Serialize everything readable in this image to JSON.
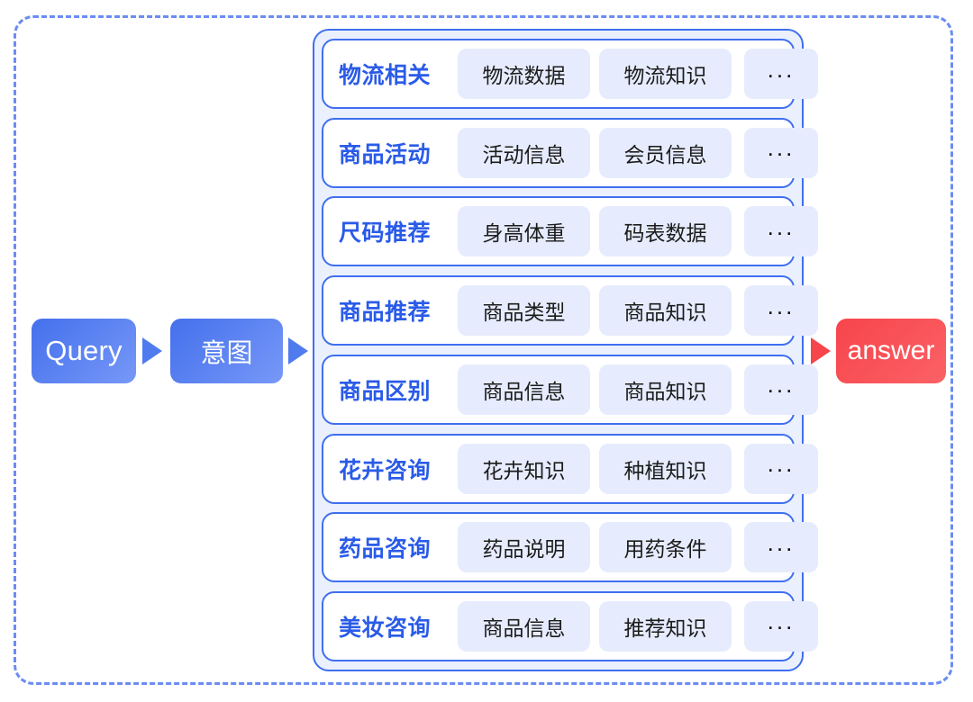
{
  "diagram": {
    "flow": {
      "query_node": "Query",
      "intent_node": "意图",
      "answer_node": "answer",
      "arrow_icon": "triangle-right-arrow",
      "ellipsis_label": "..."
    },
    "colors": {
      "node_blue_start": "#4470ec",
      "node_blue_end": "#7798f7",
      "node_red_start": "#f6454b",
      "node_red_end": "#fb6166",
      "panel_border": "#3f6ff0",
      "panel_fill": "#eaf0fe",
      "chip_fill": "#e6ecfd",
      "label_blue": "#2a5be8",
      "dashed_boundary": "#6b8cf2"
    },
    "intent_rows": [
      {
        "label": "物流相关",
        "chips": [
          "物流数据",
          "物流知识"
        ],
        "more": "..."
      },
      {
        "label": "商品活动",
        "chips": [
          "活动信息",
          "会员信息"
        ],
        "more": "..."
      },
      {
        "label": "尺码推荐",
        "chips": [
          "身高体重",
          "码表数据"
        ],
        "more": "..."
      },
      {
        "label": "商品推荐",
        "chips": [
          "商品类型",
          "商品知识"
        ],
        "more": "..."
      },
      {
        "label": "商品区别",
        "chips": [
          "商品信息",
          "商品知识"
        ],
        "more": "..."
      },
      {
        "label": "花卉咨询",
        "chips": [
          "花卉知识",
          "种植知识"
        ],
        "more": "..."
      },
      {
        "label": "药品咨询",
        "chips": [
          "药品说明",
          "用药条件"
        ],
        "more": "..."
      },
      {
        "label": "美妆咨询",
        "chips": [
          "商品信息",
          "推荐知识"
        ],
        "more": "..."
      }
    ]
  }
}
